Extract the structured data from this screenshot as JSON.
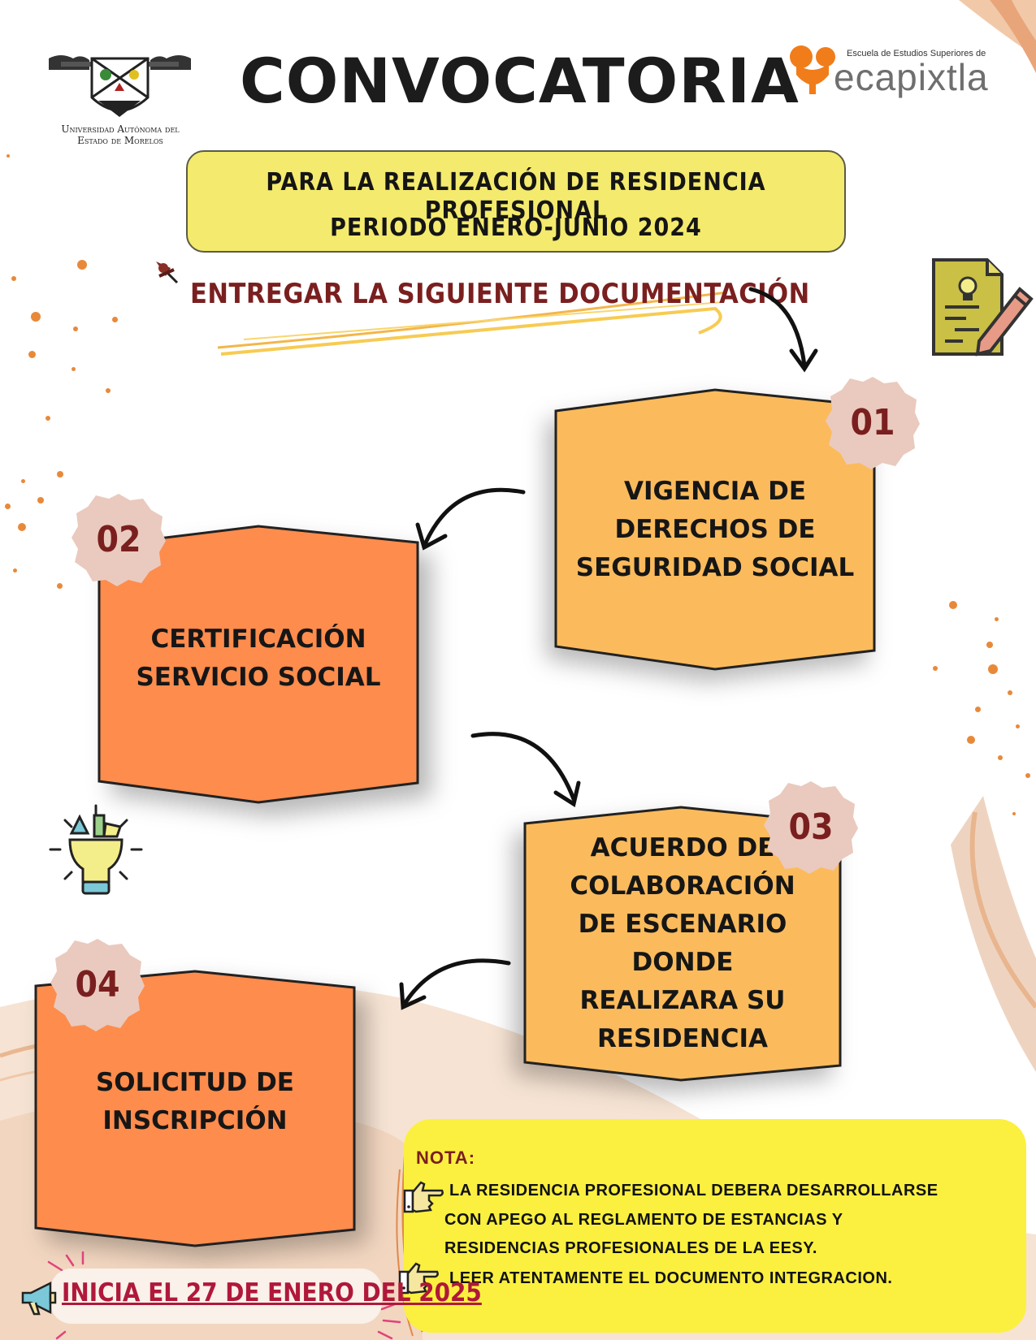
{
  "header": {
    "title": "CONVOCATORIA",
    "university_line1": "Universidad Autónoma del",
    "university_line2": "Estado de Morelos",
    "school_subtitle": "Escuela de Estudios Superiores de",
    "school_name": "ecapixtla"
  },
  "banner": {
    "line1": "PARA LA REALIZACIÓN DE RESIDENCIA PROFESIONAL",
    "line2": "PERIODO ENERO-JUNIO 2024"
  },
  "instruction": "ENTREGAR LA SIGUIENTE DOCUMENTACIÓN",
  "steps": [
    {
      "number": "01",
      "text": "VIGENCIA DE DERECHOS DE SEGURIDAD SOCIAL",
      "color": "#fbbb5b"
    },
    {
      "number": "02",
      "text": "CERTIFICACIÓN SERVICIO SOCIAL",
      "color": "#fd8c4e"
    },
    {
      "number": "03",
      "text": "ACUERDO DE COLABORACIÓN DE ESCENARIO DONDE REALIZARA SU RESIDENCIA",
      "color": "#fbbb5b"
    },
    {
      "number": "04",
      "text": "SOLICITUD DE INSCRIPCIÓN",
      "color": "#fd8c4e"
    }
  ],
  "note": {
    "title": "NOTA:",
    "line1": "LA RESIDENCIA PROFESIONAL DEBERA DESARROLLARSE",
    "line2": "CON APEGO AL REGLAMENTO DE ESTANCIAS Y",
    "line3": "RESIDENCIAS PROFESIONALES DE LA EESY.",
    "line4": "LEER ATENTAMENTE EL DOCUMENTO INTEGRACION."
  },
  "start_date": "INICIA EL 27 DE ENERO DEL 2025",
  "colors": {
    "banner": "#f4ea6d",
    "accent_dark_red": "#7a1f1f",
    "light_orange": "#fbbb5b",
    "dark_orange": "#fd8c4e",
    "badge_pink": "#eacabe",
    "note_yellow": "#fbf03f",
    "date_red": "#b0183a"
  },
  "icons": [
    "uaem-shield-icon",
    "ecapixtla-logo-icon",
    "pushpin-icon",
    "document-pencil-icon",
    "lightbulb-icon",
    "pointing-hand-icon",
    "megaphone-icon"
  ]
}
